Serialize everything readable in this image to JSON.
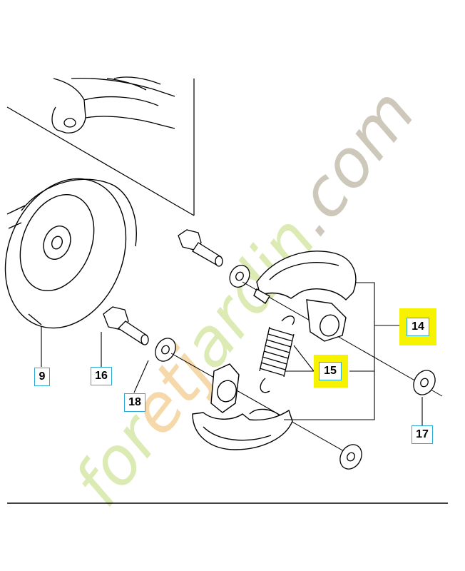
{
  "diagram": {
    "callouts": [
      {
        "id": "9",
        "label": "9",
        "highlighted": false
      },
      {
        "id": "14",
        "label": "14",
        "highlighted": true
      },
      {
        "id": "15",
        "label": "15",
        "highlighted": true
      },
      {
        "id": "16",
        "label": "16",
        "highlighted": false
      },
      {
        "id": "17",
        "label": "17",
        "highlighted": false
      },
      {
        "id": "18",
        "label": "18",
        "highlighted": false
      }
    ],
    "highlight_color": "#f7f300",
    "callout_border_color": "#29a9d6"
  },
  "watermark": {
    "text": "foretjardin.com",
    "colors": {
      "fore": "#dbe9b0",
      "accent": "#f6d7a6",
      "dotcom": "#cbc6b7"
    }
  }
}
